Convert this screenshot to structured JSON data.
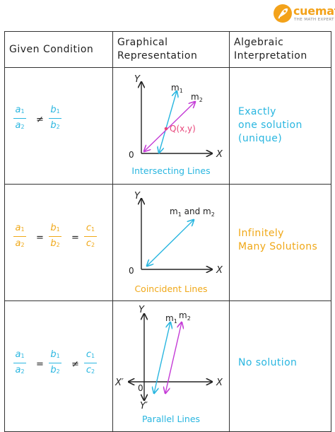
{
  "logo": {
    "name": "cuemath",
    "tagline": "THE MATH EXPERT"
  },
  "header": {
    "given": "Given Condition",
    "graphical": [
      "Graphical",
      "Representation"
    ],
    "algebraic": [
      "Algebraic",
      "Interpretation"
    ]
  },
  "rows": [
    {
      "condition": {
        "a1": "a",
        "a2": "a",
        "b1": "b",
        "b2": "b",
        "sub1": "1",
        "sub2": "2",
        "op1": "≠"
      },
      "graph": {
        "y": "Y",
        "x": "X",
        "origin": "0",
        "m1": "m",
        "m2": "m",
        "s1": "1",
        "s2": "2",
        "point": "Q(x,y)"
      },
      "caption": "Intersecting Lines",
      "interpretation": [
        "Exactly",
        "one solution",
        "(unique)"
      ]
    },
    {
      "condition": {
        "a1": "a",
        "a2": "a",
        "b1": "b",
        "b2": "b",
        "c1": "c",
        "c2": "c",
        "sub1": "1",
        "sub2": "2",
        "op1": "=",
        "op2": "="
      },
      "graph": {
        "y": "Y",
        "x": "X",
        "origin": "0",
        "m1": "m",
        "and": "and",
        "m2": "m",
        "s1": "1",
        "s2": "2"
      },
      "caption": "Coincident Lines",
      "interpretation": [
        "Infinitely",
        "Many Solutions"
      ]
    },
    {
      "condition": {
        "a1": "a",
        "a2": "a",
        "b1": "b",
        "b2": "b",
        "c1": "c",
        "c2": "c",
        "sub1": "1",
        "sub2": "2",
        "op1": "=",
        "op2": "≠"
      },
      "graph": {
        "y": "Y",
        "x": "X",
        "xneg": "X′",
        "yneg": "Y′",
        "origin": "0",
        "m1": "m",
        "m2": "m",
        "s1": "1",
        "s2": "2"
      },
      "caption": "Parallel Lines",
      "interpretation": [
        "No solution"
      ]
    }
  ],
  "colors": {
    "row1": "#29b6e0",
    "row2": "#f0a818",
    "row3": "#29b6e0",
    "point": "#e8457a",
    "line2": "#c43bd6",
    "axis": "#222222"
  }
}
